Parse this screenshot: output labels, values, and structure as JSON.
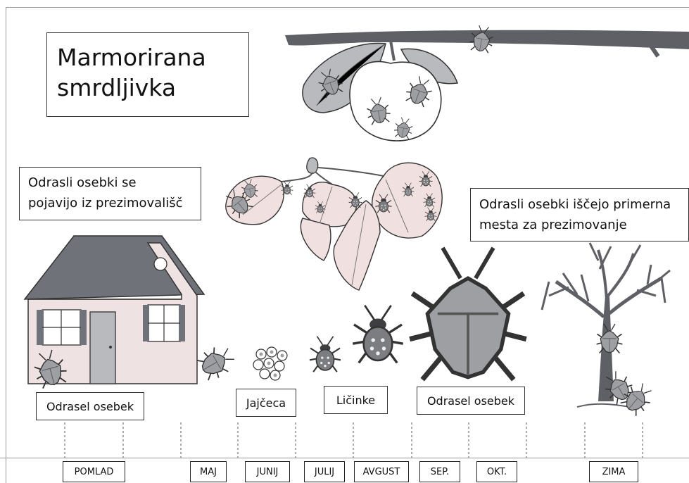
{
  "title": {
    "line1": "Marmorirana",
    "line2": "smrdljivka"
  },
  "notes": {
    "emerge": {
      "line1": "Odrasli osebki se",
      "line2": "pojavijo iz prezimovališč"
    },
    "seek": {
      "line1": "Odrasli osebki iščejo primerna",
      "line2": "mesta za prezimovanje"
    }
  },
  "stage_labels": {
    "adult_1": "Odrasel osebek",
    "eggs": "Jajčeca",
    "nymphs": "Ličinke",
    "adult_2": "Odrasel osebek"
  },
  "months": [
    "POMLAD",
    "MAJ",
    "JUNIJ",
    "JULIJ",
    "AVGUST",
    "SEP.",
    "OKT.",
    "ZIMA"
  ],
  "colors": {
    "house_wall": "#efe2e2",
    "roof": "#6f7279",
    "leaf_pink": "#f1e0e0",
    "leaf_grey": "#b9babd",
    "bug_grey": "#9d9fa3",
    "bug_dark": "#3e3e40",
    "branch": "#5f6065"
  }
}
